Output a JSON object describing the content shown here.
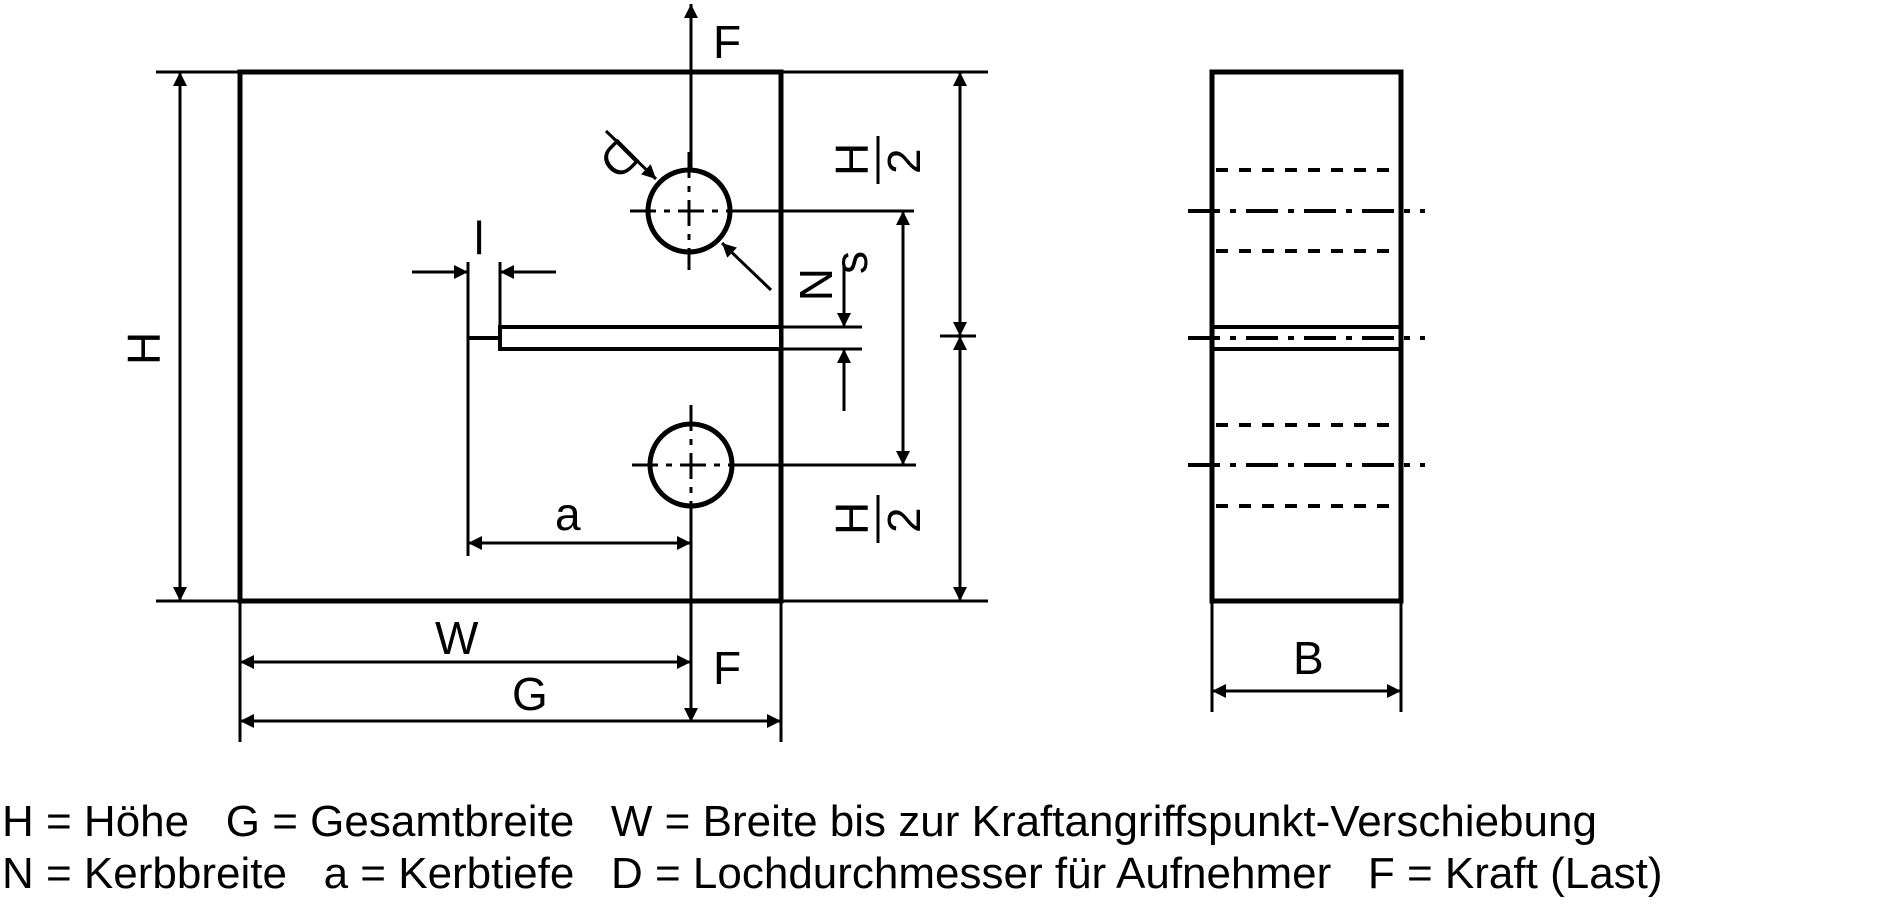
{
  "labels": {
    "force_top": "F",
    "force_bottom": "F",
    "diameter": "D",
    "notch_length": "l",
    "notch_width": "N",
    "spacing": "s",
    "height": "H",
    "half_height_num": "H",
    "half_height_den": "2",
    "notch_depth": "a",
    "width": "W",
    "total_width": "G",
    "thickness": "B"
  },
  "legend": {
    "line1": "H = Höhe   G = Gesamtbreite   W = Breite bis zur Kraftangriffspunkt-Verschiebung",
    "line2": "N = Kerbbreite   a = Kerbtiefe   D = Lochdurchmesser für Aufnehmer   F = Kraft (Last)"
  }
}
